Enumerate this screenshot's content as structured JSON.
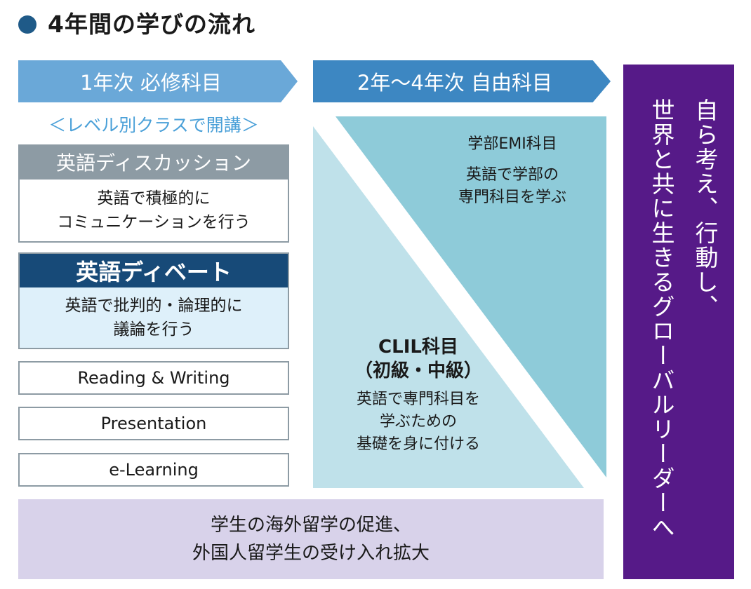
{
  "title": "4年間の学びの流れ",
  "colors": {
    "title_dot": "#1f5a88",
    "first_year_arrow": "#6aa8d8",
    "later_years_arrow": "#3d87c2",
    "discussion_header": "#8d9ba4",
    "debate_header": "#174a78",
    "debate_body": "#def0fa",
    "emi_triangle": "#8ecbd9",
    "clil_triangle": "#bfe1ea",
    "bottom_bar": "#d8d2ea",
    "goal_panel": "#561a88"
  },
  "first_year": {
    "heading": "1年次 必修科目",
    "note": "＜レベル別クラスで開講＞",
    "discussion": {
      "title": "英語ディスカッション",
      "lines": [
        "英語で積極的に",
        "コミュニケーションを行う"
      ]
    },
    "debate": {
      "title": "英語ディベート",
      "lines": [
        "英語で批判的・論理的に",
        "議論を行う"
      ]
    },
    "courses": [
      "Reading & Writing",
      "Presentation",
      "e-Learning"
    ]
  },
  "later_years": {
    "heading": "2年〜4年次 自由科目",
    "emi": {
      "title": "学部EMI科目",
      "lines": [
        "英語で学部の",
        "専門科目を学ぶ"
      ]
    },
    "clil": {
      "title": "CLIL科目",
      "level": "（初級・中級）",
      "lines": [
        "英語で専門科目を",
        "学ぶための",
        "基礎を身に付ける"
      ]
    }
  },
  "bottom": {
    "lines": [
      "学生の海外留学の促進、",
      "外国人留学生の受け入れ拡大"
    ]
  },
  "goal": {
    "lines": [
      "自ら考え、行動し、",
      "世界と共に生きるグローバルリーダーへ"
    ]
  }
}
